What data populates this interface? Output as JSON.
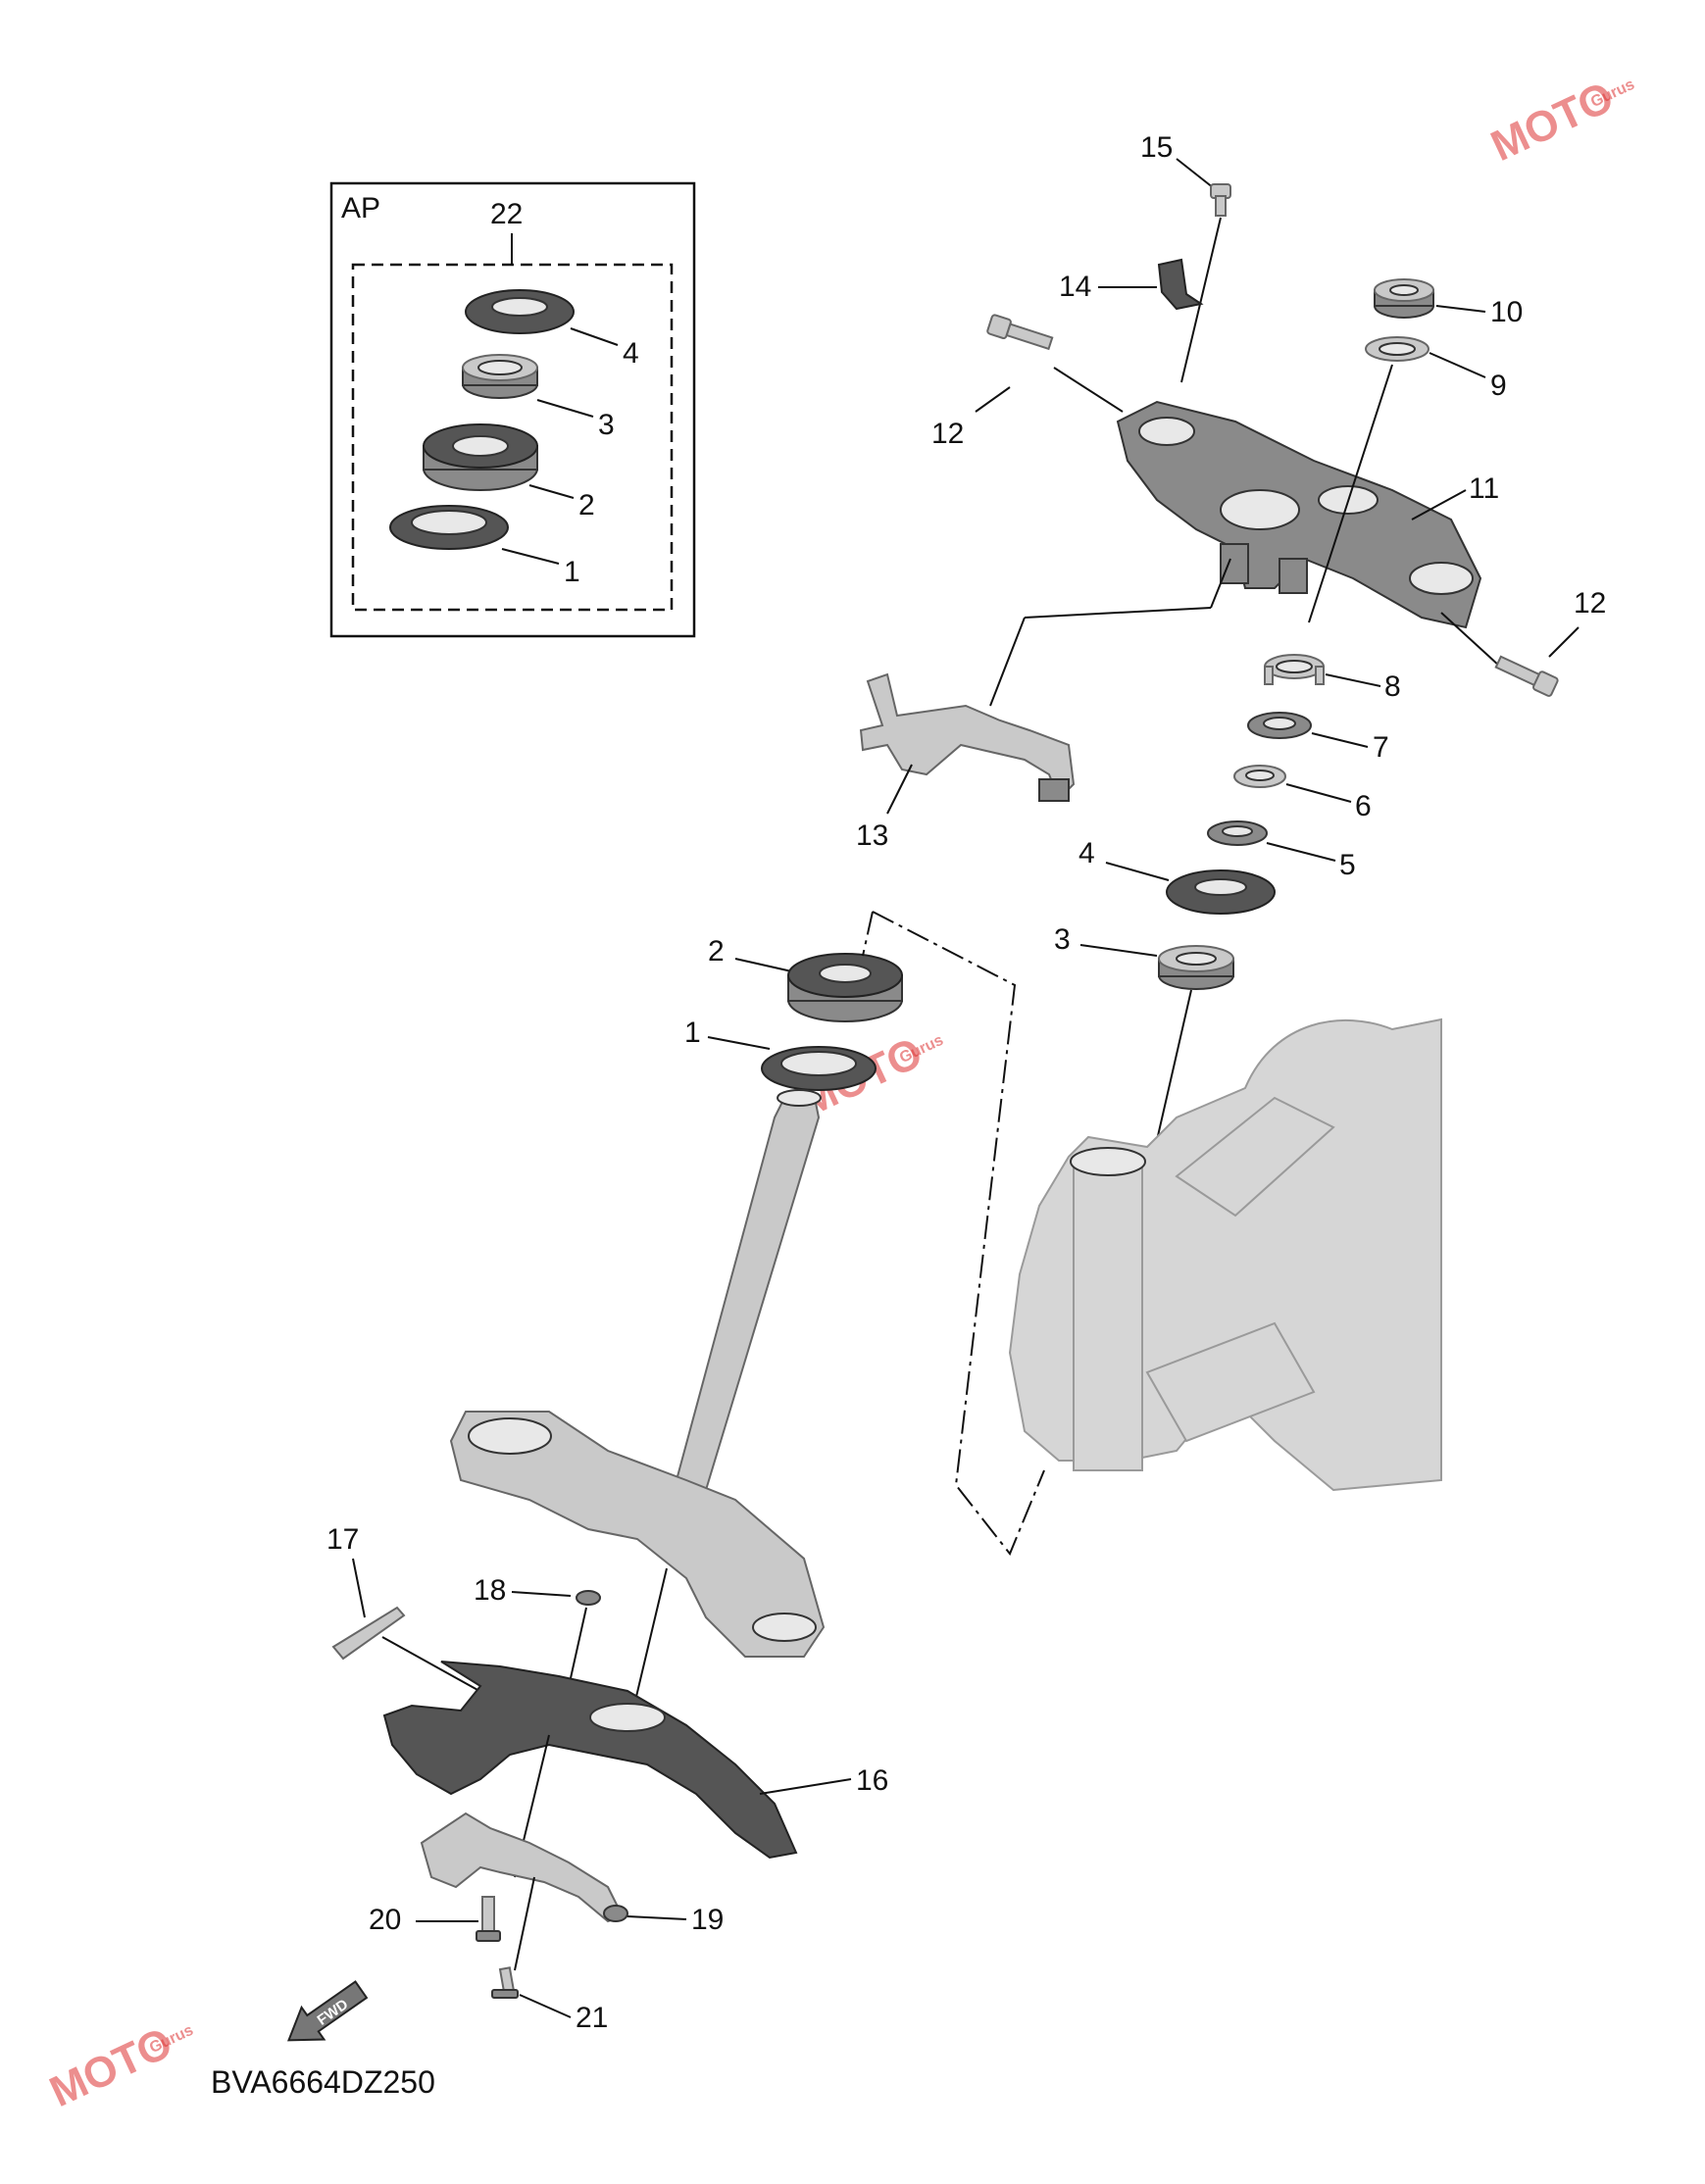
{
  "diagram": {
    "code": "BVA6664DZ250",
    "inset_label": "AP",
    "fwd_label": "FWD",
    "watermark": "MOTO",
    "watermark_sub": "Gurus",
    "callouts": {
      "c1a": "1",
      "c2a": "2",
      "c3a": "3",
      "c4a": "4",
      "c22": "22",
      "c1": "1",
      "c2": "2",
      "c3": "3",
      "c4": "4",
      "c5": "5",
      "c6": "6",
      "c7": "7",
      "c8": "8",
      "c9": "9",
      "c10": "10",
      "c11": "11",
      "c12a": "12",
      "c12b": "12",
      "c13": "13",
      "c14": "14",
      "c15": "15",
      "c16": "16",
      "c17": "17",
      "c18": "18",
      "c19": "19",
      "c20": "20",
      "c21": "21"
    }
  }
}
